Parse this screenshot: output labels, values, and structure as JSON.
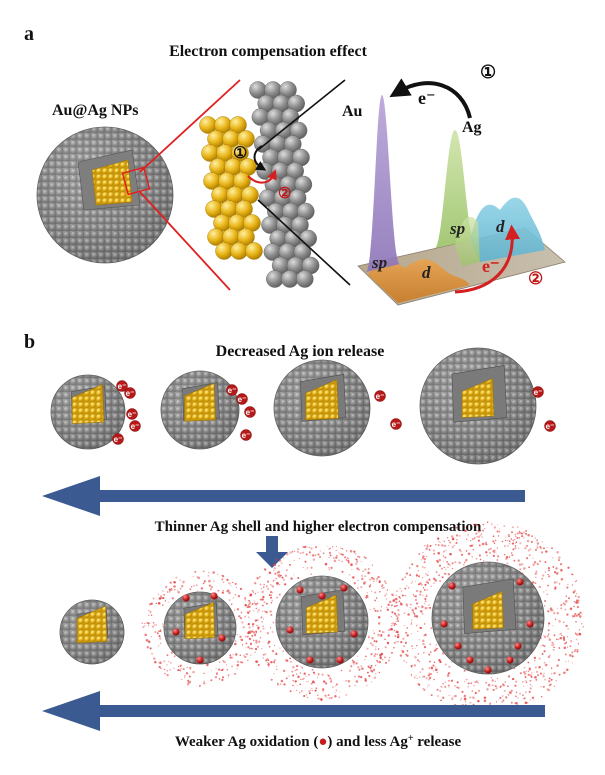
{
  "panel_a": {
    "label": "a",
    "title": "Electron compensation effect",
    "particle_label": "Au@Ag NPs",
    "au_label": "Au",
    "ag_label": "Ag",
    "step1": "①",
    "step2": "②",
    "electron": "e⁻",
    "orbitals": {
      "sp_au": "sp",
      "d_au": "d",
      "sp_ag": "sp",
      "d_ag": "d"
    },
    "colors": {
      "gold": "#e8b417",
      "silver": "#8c8c8c",
      "arrow": "#d42020",
      "line": "#e02020"
    }
  },
  "panel_b": {
    "label": "b",
    "title": "Decreased Ag ion release",
    "electron_label": "e⁻",
    "arrow1_caption": "Thinner Ag shell and higher electron compensation",
    "arrow2_caption_pre": "Weaker Ag oxidation (",
    "arrow2_caption_post": ") and less Ag",
    "arrow2_caption_sup": "+",
    "arrow2_caption_end": " release",
    "colors": {
      "arrow": "#3b5a92",
      "halo": "#e23a3a",
      "dot": "#c02020"
    }
  }
}
